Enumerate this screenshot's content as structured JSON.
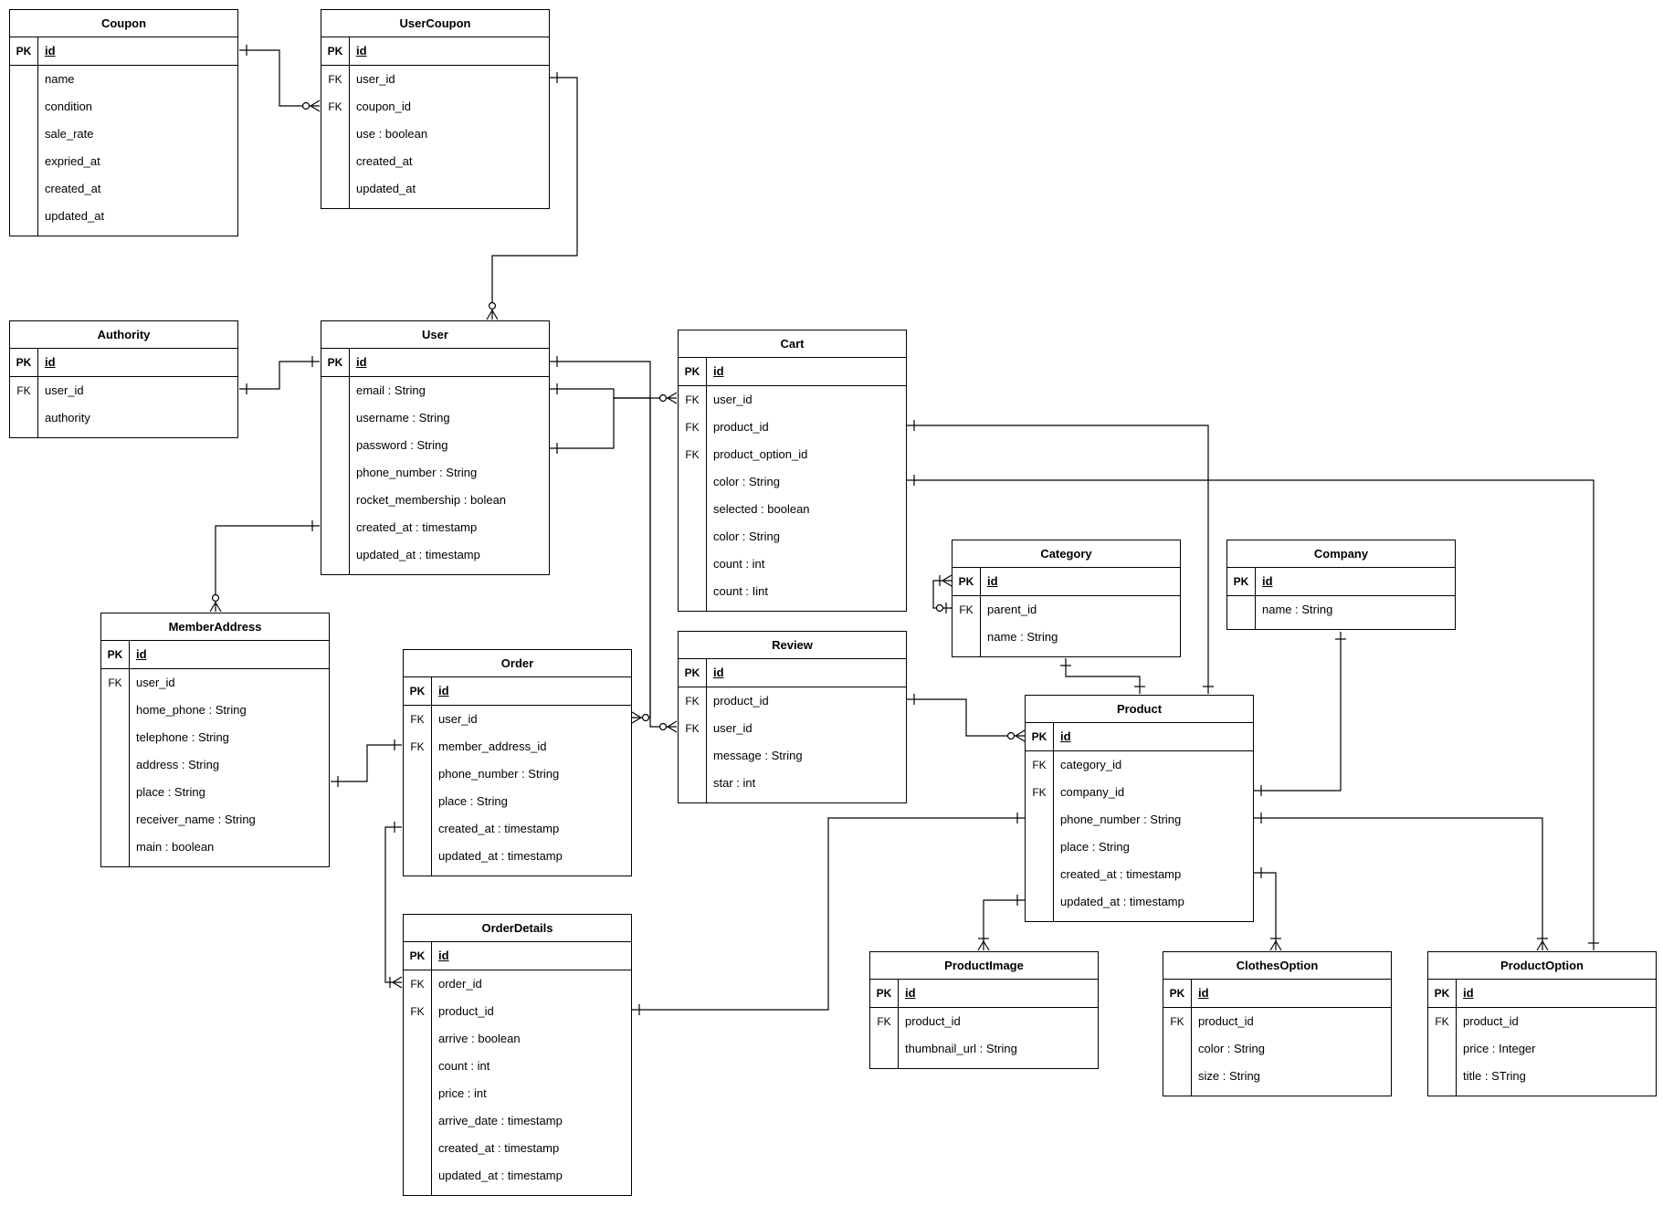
{
  "entities": [
    {
      "id": "Coupon",
      "title": "Coupon",
      "fields": [
        {
          "key": "PK",
          "name": "id"
        },
        {
          "key": "",
          "name": "name"
        },
        {
          "key": "",
          "name": "condition"
        },
        {
          "key": "",
          "name": "sale_rate"
        },
        {
          "key": "",
          "name": "expried_at"
        },
        {
          "key": "",
          "name": "created_at"
        },
        {
          "key": "",
          "name": "updated_at"
        }
      ]
    },
    {
      "id": "UserCoupon",
      "title": "UserCoupon",
      "fields": [
        {
          "key": "PK",
          "name": "id"
        },
        {
          "key": "FK",
          "name": "user_id"
        },
        {
          "key": "FK",
          "name": "coupon_id"
        },
        {
          "key": "",
          "name": "use : boolean"
        },
        {
          "key": "",
          "name": "created_at"
        },
        {
          "key": "",
          "name": "updated_at"
        }
      ]
    },
    {
      "id": "Authority",
      "title": "Authority",
      "fields": [
        {
          "key": "PK",
          "name": "id"
        },
        {
          "key": "FK",
          "name": "user_id"
        },
        {
          "key": "",
          "name": "authority"
        }
      ]
    },
    {
      "id": "User",
      "title": "User",
      "fields": [
        {
          "key": "PK",
          "name": "id"
        },
        {
          "key": "",
          "name": "email : String"
        },
        {
          "key": "",
          "name": "username : String"
        },
        {
          "key": "",
          "name": "password : String"
        },
        {
          "key": "",
          "name": "phone_number : String"
        },
        {
          "key": "",
          "name": "rocket_membership : bolean"
        },
        {
          "key": "",
          "name": "created_at : timestamp"
        },
        {
          "key": "",
          "name": "updated_at : timestamp"
        }
      ]
    },
    {
      "id": "Cart",
      "title": "Cart",
      "fields": [
        {
          "key": "PK",
          "name": "id"
        },
        {
          "key": "FK",
          "name": "user_id"
        },
        {
          "key": "FK",
          "name": "product_id"
        },
        {
          "key": "FK",
          "name": "product_option_id"
        },
        {
          "key": "",
          "name": "color : String"
        },
        {
          "key": "",
          "name": "selected : boolean"
        },
        {
          "key": "",
          "name": "color : String"
        },
        {
          "key": "",
          "name": "count : int"
        },
        {
          "key": "",
          "name": "count : Iint"
        }
      ]
    },
    {
      "id": "MemberAddress",
      "title": "MemberAddress",
      "fields": [
        {
          "key": "PK",
          "name": "id"
        },
        {
          "key": "FK",
          "name": "user_id"
        },
        {
          "key": "",
          "name": "home_phone : String"
        },
        {
          "key": "",
          "name": "telephone : String"
        },
        {
          "key": "",
          "name": "address : String"
        },
        {
          "key": "",
          "name": "place : String"
        },
        {
          "key": "",
          "name": "receiver_name : String"
        },
        {
          "key": "",
          "name": "main : boolean"
        }
      ]
    },
    {
      "id": "Order",
      "title": "Order",
      "fields": [
        {
          "key": "PK",
          "name": "id"
        },
        {
          "key": "FK",
          "name": "user_id"
        },
        {
          "key": "FK",
          "name": "member_address_id"
        },
        {
          "key": "",
          "name": "phone_number : String"
        },
        {
          "key": "",
          "name": "place : String"
        },
        {
          "key": "",
          "name": "created_at : timestamp"
        },
        {
          "key": "",
          "name": "updated_at : timestamp"
        }
      ]
    },
    {
      "id": "Review",
      "title": "Review",
      "fields": [
        {
          "key": "PK",
          "name": "id"
        },
        {
          "key": "FK",
          "name": "product_id"
        },
        {
          "key": "FK",
          "name": "user_id"
        },
        {
          "key": "",
          "name": "message : String"
        },
        {
          "key": "",
          "name": "star : int"
        }
      ]
    },
    {
      "id": "Category",
      "title": "Category",
      "fields": [
        {
          "key": "PK",
          "name": "id"
        },
        {
          "key": "FK",
          "name": "parent_id"
        },
        {
          "key": "",
          "name": "name : String"
        }
      ]
    },
    {
      "id": "Company",
      "title": "Company",
      "fields": [
        {
          "key": "PK",
          "name": "id"
        },
        {
          "key": "",
          "name": "name : String"
        }
      ]
    },
    {
      "id": "Product",
      "title": "Product",
      "fields": [
        {
          "key": "PK",
          "name": "id"
        },
        {
          "key": "FK",
          "name": "category_id"
        },
        {
          "key": "FK",
          "name": "company_id"
        },
        {
          "key": "",
          "name": "phone_number : String"
        },
        {
          "key": "",
          "name": "place : String"
        },
        {
          "key": "",
          "name": "created_at : timestamp"
        },
        {
          "key": "",
          "name": "updated_at : timestamp"
        }
      ]
    },
    {
      "id": "OrderDetails",
      "title": "OrderDetails",
      "fields": [
        {
          "key": "PK",
          "name": "id"
        },
        {
          "key": "FK",
          "name": "order_id"
        },
        {
          "key": "FK",
          "name": "product_id"
        },
        {
          "key": "",
          "name": "arrive : boolean"
        },
        {
          "key": "",
          "name": "count : int"
        },
        {
          "key": "",
          "name": "price : int"
        },
        {
          "key": "",
          "name": "arrive_date : timestamp"
        },
        {
          "key": "",
          "name": "created_at : timestamp"
        },
        {
          "key": "",
          "name": "updated_at : timestamp"
        }
      ]
    },
    {
      "id": "ProductImage",
      "title": "ProductImage",
      "fields": [
        {
          "key": "PK",
          "name": "id"
        },
        {
          "key": "FK",
          "name": "product_id"
        },
        {
          "key": "",
          "name": "thumbnail_url : String"
        }
      ]
    },
    {
      "id": "ClothesOption",
      "title": "ClothesOption",
      "fields": [
        {
          "key": "PK",
          "name": "id"
        },
        {
          "key": "FK",
          "name": "product_id"
        },
        {
          "key": "",
          "name": "color : String"
        },
        {
          "key": "",
          "name": "size : String"
        }
      ]
    },
    {
      "id": "ProductOption",
      "title": "ProductOption",
      "fields": [
        {
          "key": "PK",
          "name": "id"
        },
        {
          "key": "FK",
          "name": "product_id"
        },
        {
          "key": "",
          "name": "price : Integer"
        },
        {
          "key": "",
          "name": "title : STring"
        }
      ]
    }
  ],
  "relationships": [
    {
      "from": "Coupon",
      "to": "UserCoupon",
      "from_card": "one",
      "to_card": "zero-many"
    },
    {
      "from": "User",
      "to": "UserCoupon",
      "from_card": "one",
      "to_card": "zero-many"
    },
    {
      "from": "Authority",
      "to": "User",
      "from_card": "one",
      "to_card": "one"
    },
    {
      "from": "User",
      "to": "Cart",
      "from_card": "one",
      "to_card": "zero-many"
    },
    {
      "from": "User",
      "to": "Order",
      "from_card": "one",
      "to_card": "zero-many"
    },
    {
      "from": "User",
      "to": "Review",
      "from_card": "one",
      "to_card": "zero-many"
    },
    {
      "from": "User",
      "to": "MemberAddress",
      "from_card": "one",
      "to_card": "zero-many"
    },
    {
      "from": "MemberAddress",
      "to": "Order",
      "from_card": "one",
      "to_card": "one"
    },
    {
      "from": "Order",
      "to": "OrderDetails",
      "from_card": "one",
      "to_card": "one-many"
    },
    {
      "from": "Product",
      "to": "OrderDetails",
      "from_card": "one",
      "to_card": "one"
    },
    {
      "from": "Product",
      "to": "Cart",
      "from_card": "one",
      "to_card": "one"
    },
    {
      "from": "ProductOption",
      "to": "Cart",
      "from_card": "one",
      "to_card": "one"
    },
    {
      "from": "Product",
      "to": "Review",
      "from_card": "one",
      "to_card": "zero-many"
    },
    {
      "from": "Category",
      "to": "Product",
      "from_card": "one",
      "to_card": "one"
    },
    {
      "from": "Category",
      "to": "Category",
      "from_card": "zero-one",
      "to_card": "one-many"
    },
    {
      "from": "Company",
      "to": "Product",
      "from_card": "one",
      "to_card": "one"
    },
    {
      "from": "Product",
      "to": "ProductImage",
      "from_card": "one",
      "to_card": "one-many"
    },
    {
      "from": "Product",
      "to": "ClothesOption",
      "from_card": "one",
      "to_card": "one-many"
    },
    {
      "from": "Product",
      "to": "ProductOption",
      "from_card": "one",
      "to_card": "one-many"
    }
  ]
}
